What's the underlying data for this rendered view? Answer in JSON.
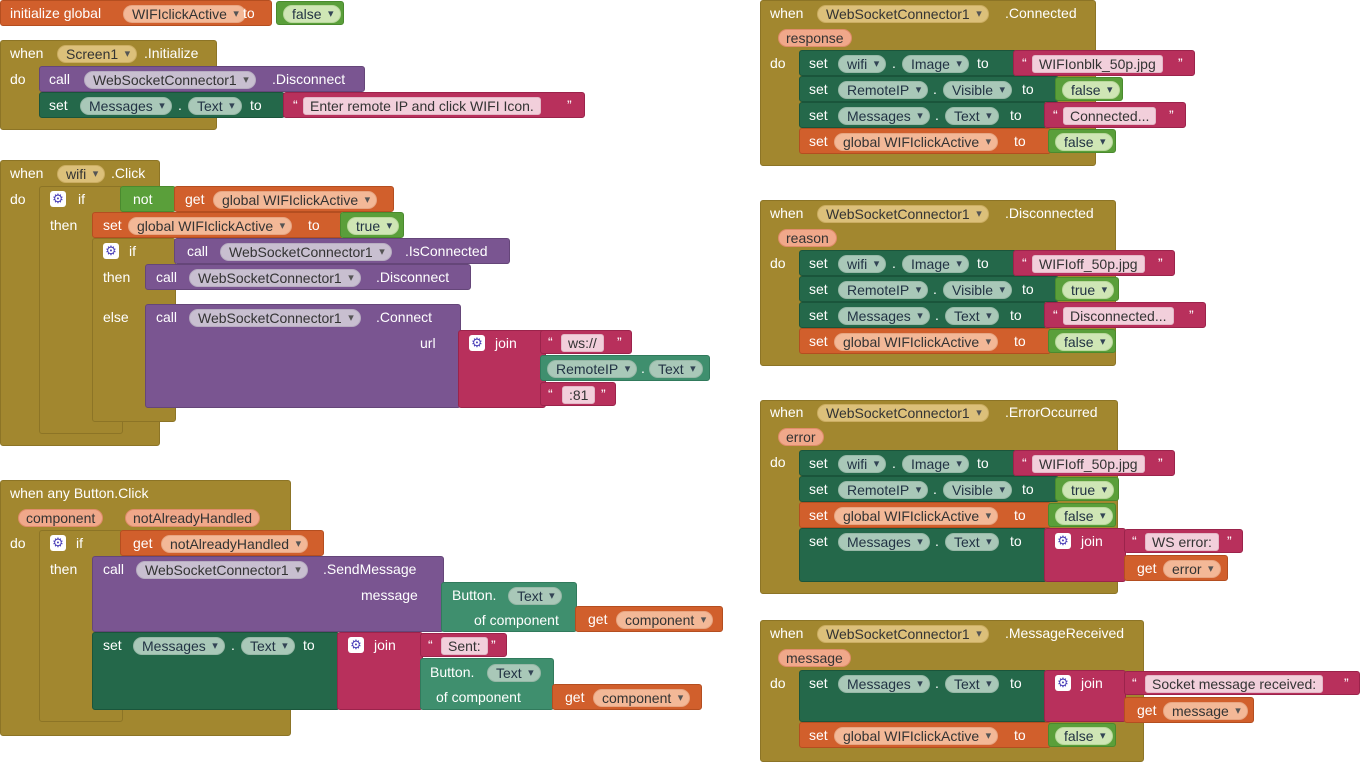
{
  "colors": {
    "event": "#a2872f",
    "call": "#7a5591",
    "setter": "#24684a",
    "variable": "#d15f2c",
    "logic": "#5a9f3a",
    "text": "#b8305c",
    "component": "#3f8f6e"
  },
  "icons": {
    "mutator": "gear-icon",
    "dropdown": "chevron-down-icon"
  },
  "kw": {
    "initialize_global": "initialize global",
    "to": "to",
    "when": "when",
    "do": "do",
    "call": "call",
    "set": "set",
    "get": "get",
    "if": "if",
    "then": "then",
    "else": "else",
    "not": "not",
    "join": "join",
    "url": "url",
    "message": "message",
    "dot": ".",
    "button": "Button.",
    "of_component": "of component",
    "when_any_button_click": "when any Button.Click",
    "open_q": "“",
    "close_q": "”"
  },
  "vals": {
    "var_name": "WIFIclickActive",
    "global_var": "global WIFIclickActive",
    "false": "false",
    "true": "true",
    "screen1": "Screen1",
    "initialize": ".Initialize",
    "ws": "WebSocketConnector1",
    "disconnect": ".Disconnect",
    "is_connected": ".IsConnected",
    "connect": ".Connect",
    "send_message": ".SendMessage",
    "connected": ".Connected",
    "disconnected": ".Disconnected",
    "error_occurred": ".ErrorOccurred",
    "message_received": ".MessageReceived",
    "messages": "Messages",
    "text": "Text",
    "image": "Image",
    "visible": "Visible",
    "wifi": "wifi",
    "click": ".Click",
    "remote_ip": "RemoteIP",
    "not_already_handled": "notAlreadyHandled",
    "component": "component",
    "response": "response",
    "reason": "reason",
    "error": "error",
    "message": "message"
  },
  "strings": {
    "enter_ip": "Enter remote IP and click WIFI Icon.",
    "ws_prefix": "ws://",
    "port": ":81",
    "sent": "Sent:",
    "wifi_on": "WIFIonblk_50p.jpg",
    "wifi_off": "WIFIoff_50p.jpg",
    "connected_text": "Connected...",
    "disconnected_text": "Disconnected...",
    "ws_error": "WS error:",
    "socket_received": "Socket message received:"
  }
}
